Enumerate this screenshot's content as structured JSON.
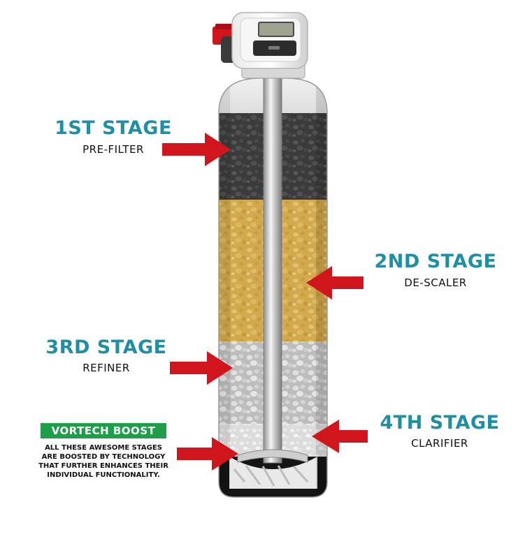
{
  "colors": {
    "accent": "#1f8fa6",
    "arrow": "#d0161c",
    "badge": "#1e9e4a",
    "stage1": "#3d3d3d",
    "stage2": "#d7ae4e",
    "stage3": "#c9c9c9",
    "stage4": "#e4e4e4"
  },
  "control_valve": {
    "display_icon": "lcd-display-icon",
    "knob_color": "#d0161c"
  },
  "stages": [
    {
      "title": "1ST STAGE",
      "subtitle": "PRE-FILTER"
    },
    {
      "title": "2ND STAGE",
      "subtitle": "DE-SCALER"
    },
    {
      "title": "3RD STAGE",
      "subtitle": "REFINER"
    },
    {
      "title": "4TH STAGE",
      "subtitle": "CLARIFIER"
    }
  ],
  "boost": {
    "label": "VORTECH BOOST",
    "lines": [
      "ALL THESE AWESOME STAGES",
      "ARE BOOSTED BY TECHNOLOGY",
      "THAT FURTHER ENHANCES THEIR",
      "INDIVIDUAL FUNCTIONALITY."
    ]
  }
}
